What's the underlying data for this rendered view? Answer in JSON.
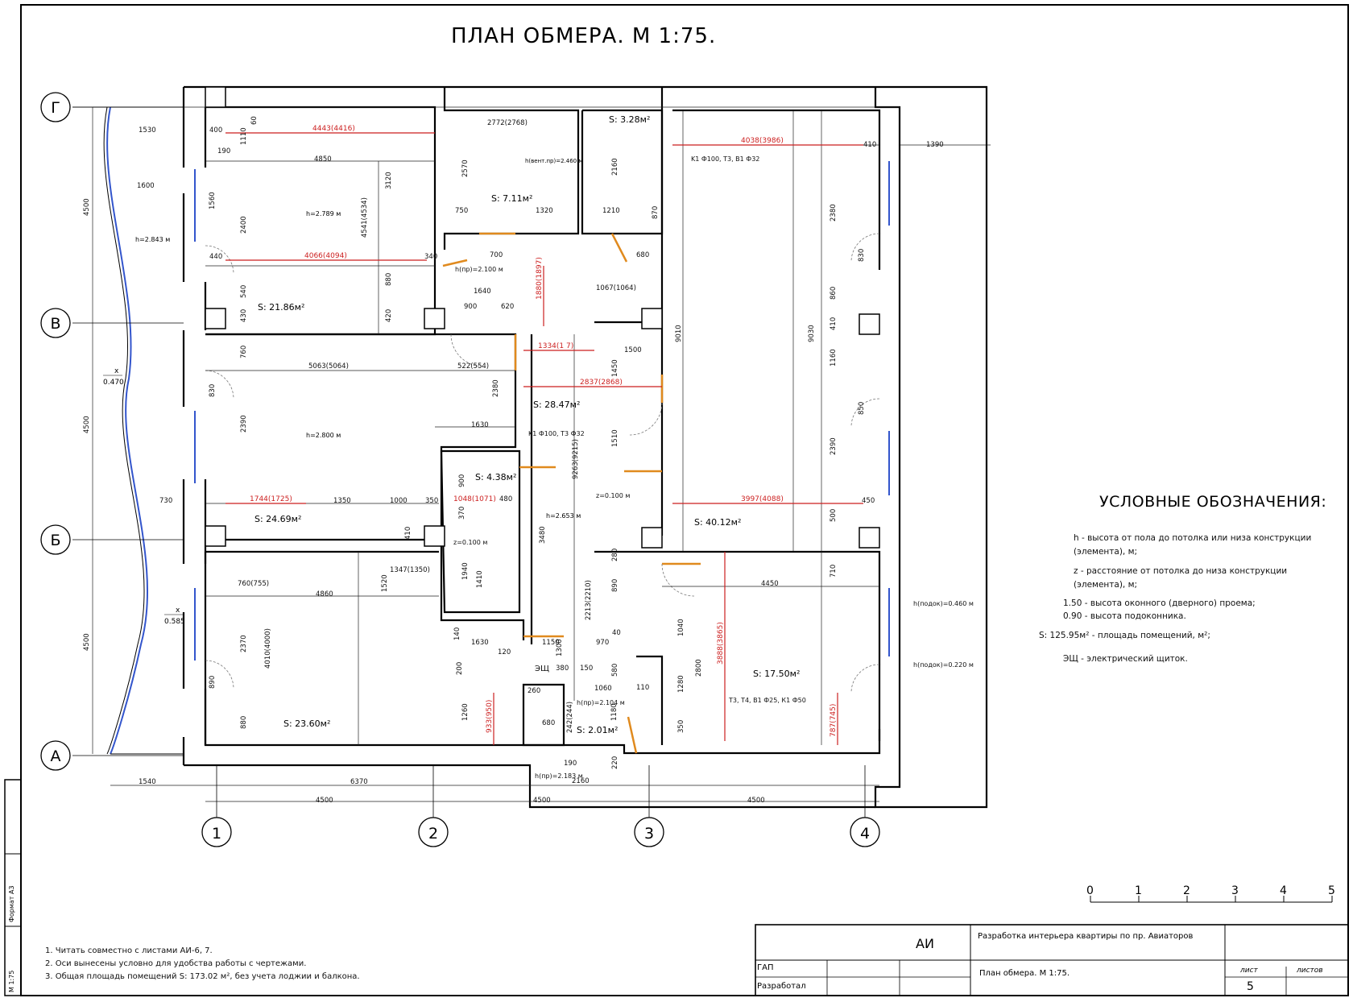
{
  "title": "ПЛАН ОБМЕРА. М 1:75.",
  "axes": {
    "rows": [
      "Г",
      "В",
      "Б",
      "А"
    ],
    "cols": [
      "1",
      "2",
      "3",
      "4"
    ]
  },
  "rooms": [
    {
      "area": "S: 21.86м²",
      "height": "h=2.789 м"
    },
    {
      "area": "S: 7.11м²",
      "height": "h(вент.пр)=2.460 м"
    },
    {
      "area": "S: 3.28м²",
      "height": ""
    },
    {
      "area": "S: 24.69м²",
      "height": "h=2.800 м"
    },
    {
      "area": "S: 28.47м²",
      "height": "h=2.653 м"
    },
    {
      "area": "S: 4.38м²",
      "height": ""
    },
    {
      "area": "S: 40.12м²",
      "height": ""
    },
    {
      "area": "S: 23.60м²",
      "height": ""
    },
    {
      "area": "S: 2.01м²",
      "height": ""
    },
    {
      "area": "S: 17.50м²",
      "height": ""
    }
  ],
  "loggia_height": "h=2.843 м",
  "dims_red": [
    "4443(4416)",
    "4066(4094)",
    "1880(1897)",
    "1334(1 7)",
    "2837(2868)",
    "4038(3986)",
    "1744(1725)",
    "1048(1071)",
    "3997(4088)",
    "3888(3865)",
    "933(950)",
    "787(745)"
  ],
  "dims_black": [
    "1530",
    "400",
    "60",
    "190",
    "4850",
    "1110",
    "1600",
    "1560",
    "2400",
    "3120",
    "4541(4534)",
    "440",
    "540",
    "430",
    "880",
    "420",
    "340",
    "2772(2768)",
    "2570",
    "750",
    "1320",
    "700",
    "1640",
    "900",
    "620",
    "5063(5064)",
    "522(554)",
    "760",
    "830",
    "2390",
    "2380",
    "1630",
    "9263(9215)",
    "900",
    "480",
    "370",
    "1067(1064)",
    "1500",
    "1450",
    "1510",
    "2160",
    "1210",
    "870",
    "680",
    "9010",
    "9030",
    "1390",
    "410",
    "2380",
    "830",
    "860",
    "410",
    "1160",
    "850",
    "2390",
    "450",
    "500",
    "730",
    "1350",
    "1000",
    "350",
    "410",
    "1347(1350)",
    "1520",
    "760(755)",
    "4860",
    "2370",
    "4010(4000)",
    "880",
    "890",
    "1940",
    "1410",
    "3480",
    "2213(2210)",
    "890",
    "280",
    "970",
    "40",
    "4450",
    "710",
    "1040",
    "2800",
    "1280",
    "350",
    "110",
    "1060",
    "1180",
    "150",
    "380",
    "260",
    "680",
    "242(244)",
    "190",
    "2160",
    "1630",
    "1150",
    "1300",
    "120",
    "140",
    "200",
    "1260",
    "580",
    "220",
    "1540",
    "6370",
    "4500",
    "4500",
    "4500",
    "4500",
    "4500",
    "4500"
  ],
  "callouts": [
    "K1 Ф100, Т3, В1 Ф32",
    "K1 Ф100, Т3 Ф32",
    "Т3, Т4, В1 Ф25, К1 Ф50",
    "z=0.100 м",
    "z=0.100 м",
    "h(пр)=2.100 м",
    "h(пр)=2.104 м",
    "h(пр)=2.183 м",
    "h(подок)=0.460 м",
    "h(подок)=0.220 м",
    "ЭЩ"
  ],
  "fractions": [
    {
      "num": "x",
      "den": "0.470"
    },
    {
      "num": "x",
      "den": "0.585"
    }
  ],
  "legend": {
    "title": "УСЛОВНЫЕ ОБОЗНАЧЕНИЯ:",
    "items": [
      "h - высота от пола до потолка или низа конструкции",
      "(элемента), м;",
      "z - расстояние от потолка до низа конструкции",
      "(элемента), м;",
      "1.50  - высота оконного (дверного) проема;",
      "0.90  - высота подоконника.",
      "S: 125.95м²  - площадь помещений, м²;",
      "ЭЩ   - электрический щиток."
    ]
  },
  "scale_bar": [
    "0",
    "1",
    "2",
    "3",
    "4",
    "5"
  ],
  "notes": [
    "1. Читать совместно с листами АИ-6, 7.",
    "2. Оси вынесены условно для удобства работы с чертежами.",
    "3. Общая площадь помещений S: 173.02 м², без учета лоджии и балкона."
  ],
  "stamp": {
    "code": "АИ",
    "project": "Разработка интерьера квартиры по пр. Авиаторов",
    "sheet_name": "План обмера. М 1:75.",
    "role1": "ГАП",
    "role2": "Разработал",
    "sheet_label": "лист",
    "sheets_label": "листов",
    "sheet_no": "5"
  },
  "side_labels": [
    "Формат А3",
    "М 1:75"
  ],
  "colors": {
    "wall": "#000000",
    "dim_red": "#cc1f1f",
    "door": "#e08a1e",
    "window": "#3355cc",
    "line": "#222222"
  }
}
